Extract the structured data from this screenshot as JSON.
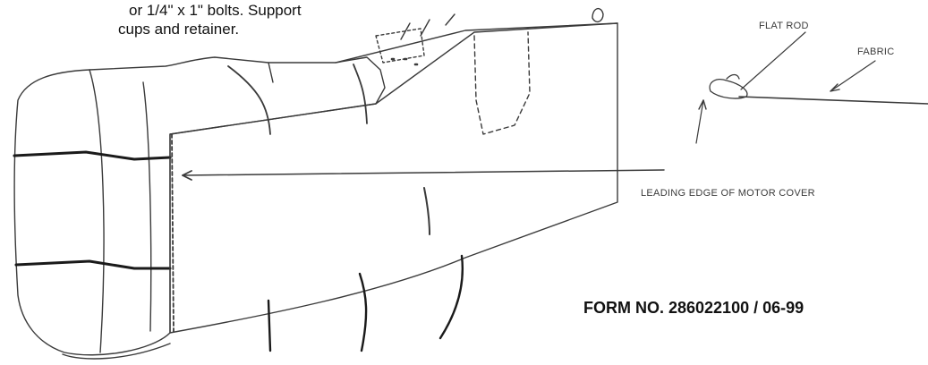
{
  "instructions": {
    "line1": "or 1/4\" x 1\" bolts. Support",
    "line2": "cups and retainer."
  },
  "callouts": {
    "flat_rod": "FLAT ROD",
    "fabric": "FABRIC",
    "leading_edge": "LEADING EDGE OF MOTOR COVER"
  },
  "form_number": "FORM NO. 286022100 / 06-99",
  "colors": {
    "line": "#3a3a3a",
    "heavy_line": "#1a1a1a",
    "text": "#111111"
  }
}
